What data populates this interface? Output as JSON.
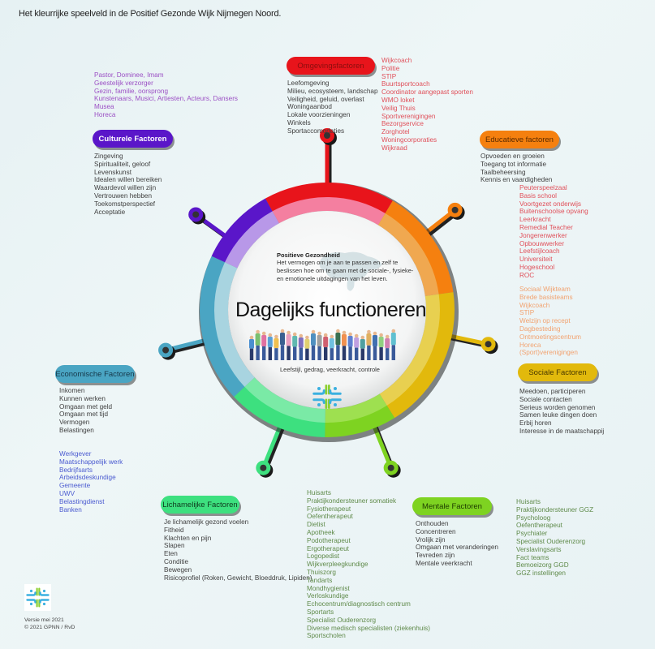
{
  "title": "Het kleurrijke speelveld in de Positief Gezonde Wijk Nijmegen Noord.",
  "center": {
    "heading": "Positieve Gezondheid",
    "description": "Het vermogen om je aan te passen en zelf te beslissen hoe om te gaan met de sociale-, fysieke- en emotionele uitdagingen van het leven.",
    "main_title": "Dagelijks functioneren",
    "subtitle": "Leefstijl, gedrag, veerkracht, controle"
  },
  "colors": {
    "omgeving": "#e8141b",
    "educatief": "#f5800f",
    "sociaal": "#e2b90c",
    "mentaal": "#7ed321",
    "lichamelijk": "#3de07f",
    "economisch": "#4aa5c3",
    "cultureel": "#5a16c9",
    "red_text": "#e0505a",
    "orange_text": "#f2a270",
    "purple_text": "#9b4fc4",
    "blue_text": "#4a5ad0",
    "green_text": "#5f8a4a"
  },
  "factors": {
    "omgeving": {
      "label": "Omgevingsfactoren",
      "items": [
        "Leefomgeving",
        "Milieu, ecosysteem, landschap",
        "Veiligheid, geluid, overlast",
        "Woningaanbod",
        "Lokale voorzieningen",
        "Winkels",
        "Sportaccomodaties"
      ],
      "partners": [
        "Wijkcoach",
        "Politie",
        "STIP",
        "Buurtsportcoach",
        "Coordinator aangepast sporten",
        "WMO loket",
        "Veilig Thuis",
        "Sportverenigingen",
        "Bezorgservice",
        "Zorghotel",
        "Woningcorporaties",
        "Wijkraad"
      ]
    },
    "educatief": {
      "label": "Educatieve factoren",
      "items": [
        "Opvoeden en groeien",
        "Toegang tot informatie",
        "Taalbeheersing",
        "Kennis en vaardigheden"
      ],
      "partners": [
        "Peuterspeelzaal",
        "Basis school",
        "Voortgezet onderwijs",
        "Buitenschoolse opvang",
        "Leerkracht",
        "Remedial Teacher",
        "Jongerenwerker",
        "Opbouwwerker",
        "Leefstijlcoach",
        "Universiteit",
        "Hogeschool",
        "ROC"
      ]
    },
    "sociaal": {
      "label": "Sociale Factoren",
      "items": [
        "Meedoen, participeren",
        "Sociale contacten",
        "Serieus worden genomen",
        "Samen leuke dingen doen",
        "Erbij horen",
        "Interesse in de maatschappij"
      ],
      "partners": [
        "Sociaal Wijkteam",
        "Brede basisteams",
        "Wijkcoach",
        "STIP",
        "Welzijn op recept",
        "Dagbesteding",
        "Ontmoetingscentrum",
        "Horeca",
        "(Sport)verenigingen"
      ]
    },
    "mentaal": {
      "label": "Mentale Factoren",
      "items": [
        "Onthouden",
        "Concentreren",
        "Vrolijk zijn",
        "Omgaan met veranderingen",
        "Tevreden zijn",
        "Mentale veerkracht"
      ],
      "partners": [
        "Huisarts",
        "Praktijkondersteuner GGZ",
        "Psycholoog",
        "Oefentherapeut",
        "Psychiater",
        "Specialist Ouderenzorg",
        "Verslavingsarts",
        "Fact teams",
        "Bemoeizorg GGD",
        "GGZ instellingen"
      ]
    },
    "lichamelijk": {
      "label": "Lichamelijke Factoren",
      "items": [
        "Je lichamelijk gezond voelen",
        "Fitheid",
        "Klachten en pijn",
        "Slapen",
        "Eten",
        "Conditie",
        "Bewegen",
        "Risicoprofiel (Roken, Gewicht, Bloeddruk, Lipiden)"
      ],
      "partners": [
        "Huisarts",
        "Praktijkondersteuner somatiek",
        "Fysiotherapeut",
        "Oefentherapeut",
        "Dietist",
        "Apotheek",
        "Podotherapeut",
        "Ergotherapeut",
        "Logopedist",
        "Wijkverpleegkundige",
        "Thuiszorg",
        "Tandarts",
        "Mondhygienist",
        "Verloskundige",
        "Echocentrum/diagnostisch centrum",
        "Sportarts",
        "Specialist Ouderenzorg",
        "Diverse medisch specialisten (ziekenhuis)",
        "Sportscholen"
      ]
    },
    "economisch": {
      "label": "Economische Factoren",
      "items": [
        "Inkomen",
        "Kunnen werken",
        "Omgaan met geld",
        "Omgaan met tijd",
        "Vermogen",
        "Belastingen"
      ],
      "partners": [
        "Werkgever",
        "Maatschappelijk werk",
        "Bedrijfsarts",
        "Arbeidsdeskundige",
        "Gemeente",
        "UWV",
        "Belastingdienst",
        "Banken"
      ]
    },
    "cultureel": {
      "label": "Culturele Factoren",
      "items": [
        "Zingeving",
        "Spiritualiteit, geloof",
        "Levenskunst",
        "Idealen willen bereiken",
        "Waardevol willen zijn",
        "Vertrouwen hebben",
        "Toekomstperspectief",
        "Acceptatie"
      ],
      "partners": [
        "Pastor, Dominee, Imam",
        "Geestelijk verzorger",
        "Gezin, familie, oorsprong",
        "Kunstenaars, Musici, Artiesten, Acteurs, Dansers",
        "Musea",
        "Horeca"
      ]
    }
  },
  "footer": {
    "version": "Versie mei 2021",
    "copyright": "© 2021 GPNN / RvD"
  }
}
